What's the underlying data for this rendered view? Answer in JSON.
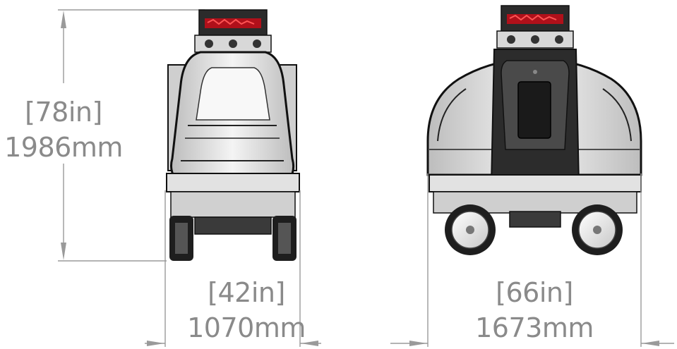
{
  "dimensions": {
    "height": {
      "in_label": "[78in]",
      "mm_label": "1986mm"
    },
    "width_front": {
      "in_label": "[42in]",
      "mm_label": "1070mm"
    },
    "width_rear": {
      "in_label": "[66in]",
      "mm_label": "1673mm"
    }
  },
  "colors": {
    "dimension": "#8a8a8a",
    "outline": "#1a1a1a",
    "sensor_red": "#b0101a",
    "body_light": "#e6e6e6",
    "body_dark": "#3a3a3a"
  }
}
